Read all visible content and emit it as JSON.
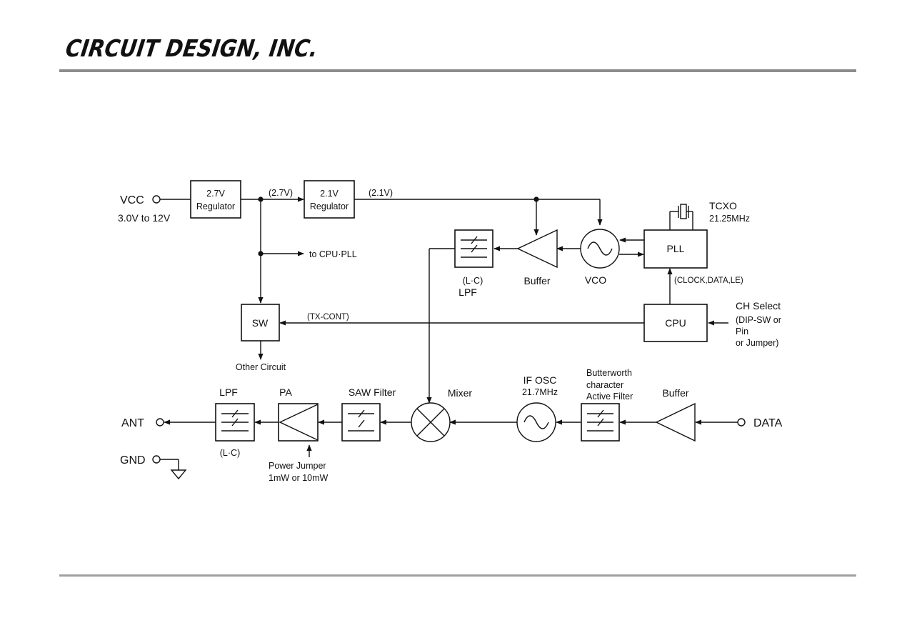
{
  "header": {
    "logo_text": "CIRCUIT DESIGN, INC."
  },
  "blocks": {
    "reg27": {
      "line1": "2.7V",
      "line2": "Regulator"
    },
    "reg21": {
      "line1": "2.1V",
      "line2": "Regulator"
    },
    "pll": "PLL",
    "cpu": "CPU",
    "sw": "SW"
  },
  "labels": {
    "vcc": "VCC",
    "vcc_range": "3.0V to 12V",
    "v27": "(2.7V)",
    "v21": "(2.1V)",
    "to_cpu_pll": "to CPU·PLL",
    "tcxo": "TCXO",
    "tcxo_freq": "21.25MHz",
    "lc_top": "(L·C)",
    "lpf_top": "LPF",
    "buffer_top": "Buffer",
    "vco": "VCO",
    "clock_data_le": "(CLOCK,DATA,LE)",
    "ch_select": "CH Select",
    "ch_select_2": "(DIP-SW or",
    "ch_select_3": "Pin",
    "ch_select_4": "or Jumper)",
    "tx_cont": "(TX-CONT)",
    "other_circuit": "Other Circuit",
    "lpf_bottom": "LPF",
    "pa": "PA",
    "saw_filter": "SAW Filter",
    "mixer": "Mixer",
    "if_osc": "IF OSC",
    "if_osc_freq": "21.7MHz",
    "butterworth_1": "Butterworth",
    "butterworth_2": "character",
    "butterworth_3": "Active Filter",
    "buffer_bottom": "Buffer",
    "ant": "ANT",
    "data": "DATA",
    "gnd": "GND",
    "lc_bottom": "(L·C)",
    "power_jumper_1": "Power Jumper",
    "power_jumper_2": "1mW or 10mW"
  },
  "icons": {
    "terminal": "open-circle-terminal",
    "ground": "ground-symbol",
    "oscillator": "sine-oscillator",
    "mixer": "x-mixer",
    "amplifier": "triangle-amplifier",
    "filter": "filter-block",
    "crystal": "crystal-symbol"
  }
}
